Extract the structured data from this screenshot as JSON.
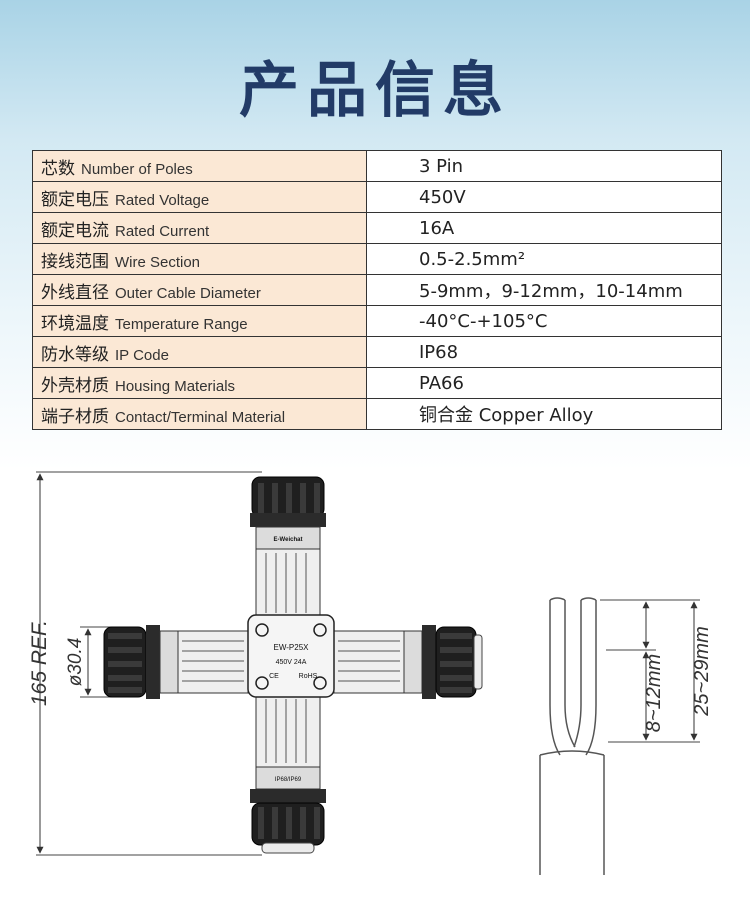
{
  "title": "产品信息",
  "specs": [
    {
      "cn": "芯数",
      "en": "Number of Poles",
      "value": "3 Pin"
    },
    {
      "cn": "额定电压",
      "en": "Rated Voltage",
      "value": "450V"
    },
    {
      "cn": "额定电流",
      "en": "Rated Current",
      "value": "16A"
    },
    {
      "cn": "接线范围",
      "en": "Wire Section",
      "value": "0.5-2.5mm²"
    },
    {
      "cn": "外线直径",
      "en": "Outer Cable Diameter",
      "value": "5-9mm，9-12mm，10-14mm"
    },
    {
      "cn": "环境温度",
      "en": "Temperature Range",
      "value": "-40°C-+105°C"
    },
    {
      "cn": "防水等级",
      "en": "IP Code",
      "value": "IP68"
    },
    {
      "cn": "外壳材质",
      "en": "Housing Materials",
      "value": "PA66"
    },
    {
      "cn": "端子材质",
      "en": "Contact/Terminal Material",
      "value": "铜合金  Copper  Alloy"
    }
  ],
  "drawing": {
    "length_dim": "165 REF.",
    "diameter_dim": "ø30.4",
    "strip_dim": "8~12mm",
    "jacket_dim": "25~29mm",
    "body_text": {
      "model": "EW-P25X",
      "rating": "450V  24A",
      "ce": "CE",
      "rohs": "RoHS",
      "brand": "E-Weichat",
      "ip": "IP68/IP69"
    }
  }
}
